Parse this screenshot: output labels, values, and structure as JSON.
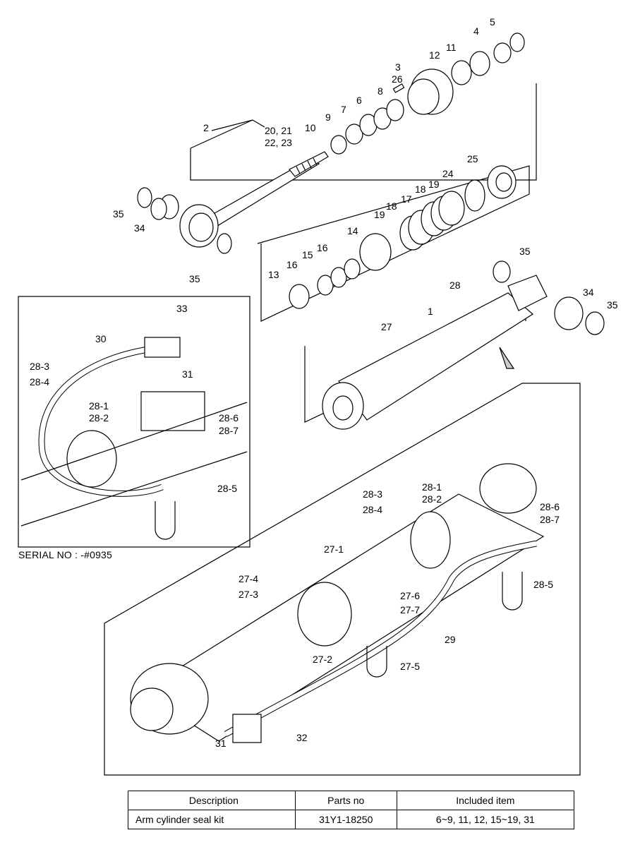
{
  "serial_note": "SERIAL NO : -#0935",
  "labels": {
    "l1": "1",
    "l2": "2",
    "l3": "3",
    "l4": "4",
    "l5": "5",
    "l6": "6",
    "l7": "7",
    "l8": "8",
    "l9": "9",
    "l10": "10",
    "l11": "11",
    "l12": "12",
    "l13": "13",
    "l14": "14",
    "l15": "15",
    "l16a": "16",
    "l16b": "16",
    "l17": "17",
    "l18a": "18",
    "l18b": "18",
    "l19a": "19",
    "l19b": "19",
    "l2021": "20, 21",
    "l2223": "22, 23",
    "l24": "24",
    "l25": "25",
    "l26": "26",
    "l27": "27",
    "l28": "28",
    "l34a": "34",
    "l34b": "34",
    "l35a": "35",
    "l35b": "35",
    "l35c": "35",
    "l35d": "35",
    "d_33": "33",
    "d_30": "30",
    "d_31": "31",
    "d_28_3": "28-3",
    "d_28_4": "28-4",
    "d_28_1": "28-1",
    "d_28_2": "28-2",
    "d_28_6": "28-6",
    "d_28_7": "28-7",
    "d_28_5": "28-5",
    "m_28_3": "28-3",
    "m_28_1": "28-1",
    "m_28_2": "28-2",
    "m_28_4": "28-4",
    "m_28_6": "28-6",
    "m_28_7": "28-7",
    "m_27_1": "27-1",
    "m_27_4": "27-4",
    "m_27_3": "27-3",
    "m_27_6": "27-6",
    "m_27_7": "27-7",
    "m_28_5": "28-5",
    "m_29": "29",
    "m_27_2": "27-2",
    "m_27_5": "27-5",
    "m_31": "31",
    "m_32": "32"
  },
  "kit_table": {
    "headers": [
      "Description",
      "Parts no",
      "Included item"
    ],
    "rows": [
      [
        "Arm cylinder seal kit",
        "31Y1-18250",
        "6~9, 11, 12, 15~19, 31"
      ]
    ]
  }
}
